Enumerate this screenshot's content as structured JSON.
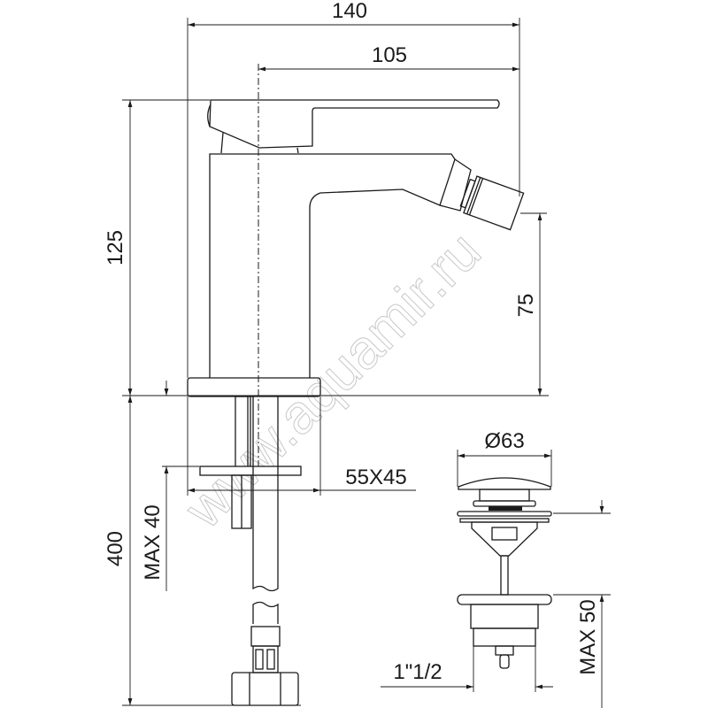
{
  "drawing": {
    "dimensions": {
      "overall_width": "140",
      "spout_reach": "105",
      "overall_height": "125",
      "spout_height": "75",
      "mounting_plate": "55X45",
      "max_deck_thickness": "MAX 40",
      "hose_length": "400",
      "waste_diameter": "Ø63",
      "waste_thread": "1\"1/2",
      "waste_max_thickness": "MAX 50"
    },
    "watermark": "www.aquamir.ru",
    "line_color": "#1a1a1a"
  }
}
